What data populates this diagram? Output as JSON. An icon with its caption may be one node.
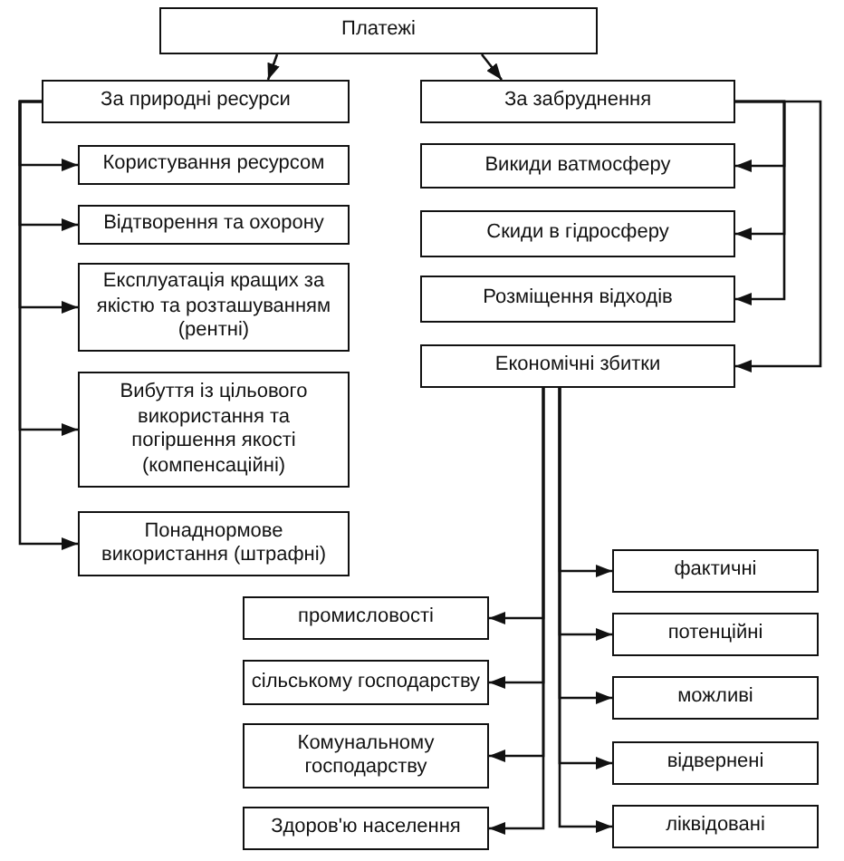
{
  "diagram": {
    "nodes": [
      {
        "text": [
          "Платежі"
        ]
      },
      {
        "text": [
          "За природні ресурси"
        ]
      },
      {
        "text": [
          "За забруднення"
        ]
      },
      {
        "text": [
          "Користування ресурсом"
        ]
      },
      {
        "text": [
          "Відтворення та охорону"
        ]
      },
      {
        "text": [
          "Експлуатація кращих за якістю та розташуванням (рентні)"
        ]
      },
      {
        "text": [
          "Вибуття із цільового використання та погіршення якості (компенсаційні)"
        ]
      },
      {
        "text": [
          "Понаднормове використання (штрафні)"
        ]
      },
      {
        "text": [
          "Викиди ватмосферу"
        ]
      },
      {
        "text": [
          "Скиди в гідросферу"
        ]
      },
      {
        "text": [
          "Розміщення відходів"
        ]
      },
      {
        "text": [
          "Економічні збитки"
        ]
      },
      {
        "text": [
          "промисловості"
        ]
      },
      {
        "text": [
          "сільському господарству"
        ]
      },
      {
        "text": [
          "Комунальному господарству"
        ]
      },
      {
        "text": [
          "Здоров'ю населення"
        ]
      },
      {
        "text": [
          "фактичні"
        ]
      },
      {
        "text": [
          "потенційні"
        ]
      },
      {
        "text": [
          "можливі"
        ]
      },
      {
        "text": [
          "відвернені"
        ]
      },
      {
        "text": [
          "ліквідовані"
        ]
      }
    ],
    "edges": [
      {
        "from": 0,
        "to": 1,
        "arrow": "to"
      },
      {
        "from": 0,
        "to": 2,
        "arrow": "to"
      },
      {
        "from": 1,
        "to": 3,
        "arrow": "to"
      },
      {
        "from": 1,
        "to": 4,
        "arrow": "to"
      },
      {
        "from": 1,
        "to": 5,
        "arrow": "to"
      },
      {
        "from": 1,
        "to": 6,
        "arrow": "to"
      },
      {
        "from": 1,
        "to": 7,
        "arrow": "to"
      },
      {
        "from": 2,
        "to": 8,
        "arrow": "to"
      },
      {
        "from": 2,
        "to": 9,
        "arrow": "to"
      },
      {
        "from": 2,
        "to": 10,
        "arrow": "to"
      },
      {
        "from": 2,
        "to": 11,
        "arrow": "to"
      },
      {
        "from": 11,
        "to": 12,
        "arrow": "to"
      },
      {
        "from": 11,
        "to": 13,
        "arrow": "to"
      },
      {
        "from": 11,
        "to": 14,
        "arrow": "to"
      },
      {
        "from": 11,
        "to": 15,
        "arrow": "to"
      },
      {
        "from": 11,
        "to": 16,
        "arrow": "to"
      },
      {
        "from": 11,
        "to": 17,
        "arrow": "to"
      },
      {
        "from": 11,
        "to": 18,
        "arrow": "to"
      },
      {
        "from": 11,
        "to": 19,
        "arrow": "to"
      },
      {
        "from": 11,
        "to": 20,
        "arrow": "to"
      }
    ]
  }
}
